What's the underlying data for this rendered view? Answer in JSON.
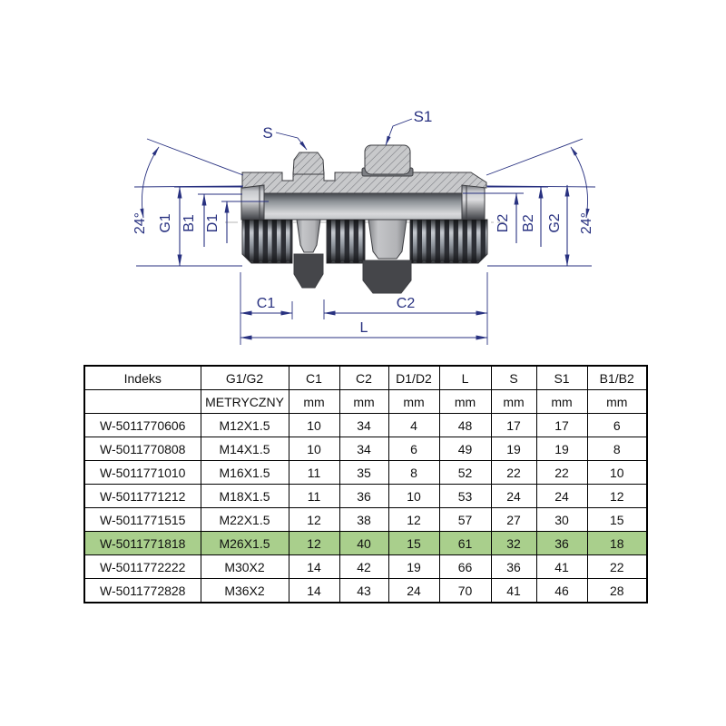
{
  "drawing": {
    "labels": {
      "s": "S",
      "s1": "S1",
      "angle_left": "24°",
      "g1": "G1",
      "b1": "B1",
      "d1": "D1",
      "d2": "D2",
      "b2": "B2",
      "g2": "G2",
      "angle_right": "24°",
      "c1": "C1",
      "c2": "C2",
      "l": "L"
    },
    "colors": {
      "dimension_blue": "#283180",
      "hatch_fill": "#c8c9cb",
      "thread_dark": "#2e3036",
      "nut_dark": "#45464a",
      "highlight_green": "#a9cf8c"
    }
  },
  "table": {
    "headers": [
      "Indeks",
      "G1/G2",
      "C1",
      "C2",
      "D1/D2",
      "L",
      "S",
      "S1",
      "B1/B2"
    ],
    "units": [
      "",
      "METRYCZNY",
      "mm",
      "mm",
      "mm",
      "mm",
      "mm",
      "mm",
      "mm"
    ],
    "rows": [
      {
        "indeks": "W-5011770606",
        "values": [
          "M12X1.5",
          "10",
          "34",
          "4",
          "48",
          "17",
          "17",
          "6"
        ],
        "highlighted": false
      },
      {
        "indeks": "W-5011770808",
        "values": [
          "M14X1.5",
          "10",
          "34",
          "6",
          "49",
          "19",
          "19",
          "8"
        ],
        "highlighted": false
      },
      {
        "indeks": "W-5011771010",
        "values": [
          "M16X1.5",
          "11",
          "35",
          "8",
          "52",
          "22",
          "22",
          "10"
        ],
        "highlighted": false
      },
      {
        "indeks": "W-5011771212",
        "values": [
          "M18X1.5",
          "11",
          "36",
          "10",
          "53",
          "24",
          "24",
          "12"
        ],
        "highlighted": false
      },
      {
        "indeks": "W-5011771515",
        "values": [
          "M22X1.5",
          "12",
          "38",
          "12",
          "57",
          "27",
          "30",
          "15"
        ],
        "highlighted": false
      },
      {
        "indeks": "W-5011771818",
        "values": [
          "M26X1.5",
          "12",
          "40",
          "15",
          "61",
          "32",
          "36",
          "18"
        ],
        "highlighted": true
      },
      {
        "indeks": "W-5011772222",
        "values": [
          "M30X2",
          "14",
          "42",
          "19",
          "66",
          "36",
          "41",
          "22"
        ],
        "highlighted": false
      },
      {
        "indeks": "W-5011772828",
        "values": [
          "M36X2",
          "14",
          "43",
          "24",
          "70",
          "41",
          "46",
          "28"
        ],
        "highlighted": false
      }
    ]
  }
}
